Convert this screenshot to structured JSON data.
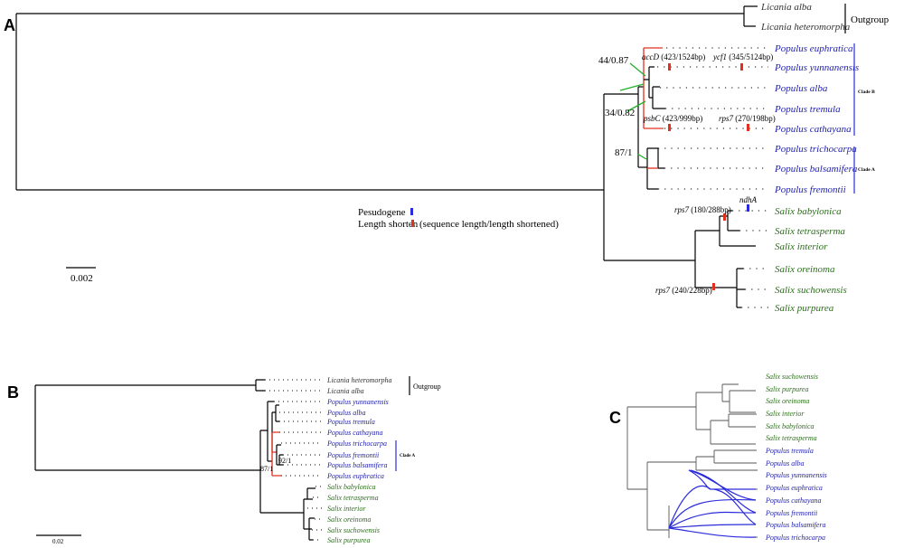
{
  "panel_labels": {
    "a": "A",
    "b": "B",
    "c": "C"
  },
  "groups": {
    "outgroup": "Outgroup",
    "clade_a": "Clade A",
    "clade_b": "Clade B"
  },
  "legend": {
    "pseudogene": "Pesudogene",
    "length_shorten": "Length shorten",
    "length_note": "(sequence length/length shortened)",
    "pseudogene_color": "#2b2bdc",
    "shorten_color": "#e0301e"
  },
  "scale": {
    "a": "0.002",
    "b": "0.02"
  },
  "support": {
    "a_1": "44/0.87",
    "a_2": "34/0.82",
    "a_3": "87/1",
    "b_1": "92/1",
    "b_2": "87/1"
  },
  "gene_marks": {
    "accD": {
      "gene": "accD",
      "info": "(423/1524bp)"
    },
    "ycf1": {
      "gene": "ycf1",
      "info": "(345/5124bp)"
    },
    "psbC": {
      "gene": "psbC",
      "info": "(423/999bp)"
    },
    "rps7_pc": {
      "gene": "rps7",
      "info": "(270/198bp)"
    },
    "rps7_sb": {
      "gene": "rps7",
      "info": "(180/288bp)"
    },
    "ndhA": {
      "gene": "ndhA"
    },
    "rps7_so": {
      "gene": "rps7",
      "info": "(240/228bp)"
    }
  },
  "taxa_a": [
    "Licania alba",
    "Licania heteromorpha",
    "Populus euphratica",
    "Populus yunnanensis",
    "Populus alba",
    "Populus tremula",
    "Populus cathayana",
    "Populus trichocarpa",
    "Populus balsamifera",
    "Populus fremontii",
    "Salix babylonica",
    "Salix tetrasperma",
    "Salix interior",
    "Salix oreinoma",
    "Salix suchowensis",
    "Salix purpurea"
  ],
  "taxa_b": [
    "Licania heteromorpha",
    "Licania alba",
    "Populus yunnanensis",
    "Populus alba",
    "Populus tremula",
    "Populus cathayana",
    "Populus trichocarpa",
    "Populus fremontii",
    "Populus balsamifera",
    "Populus euphratica",
    "Salix babylonica",
    "Salix tetrasperma",
    "Salix interior",
    "Salix oreinoma",
    "Salix suchowensis",
    "Salix purpurea"
  ],
  "taxa_c": [
    "Salix suchowensis",
    "Salix purpurea",
    "Salix oreinoma",
    "Salix interior",
    "Salix babylonica",
    "Salix tetrasperma",
    "Populus tremula",
    "Populus alba",
    "Populus yunnanensis",
    "Populus euphratica",
    "Populus cathayana",
    "Populus fremontii",
    "Populus balsamifera",
    "Populus trichocarpa"
  ]
}
